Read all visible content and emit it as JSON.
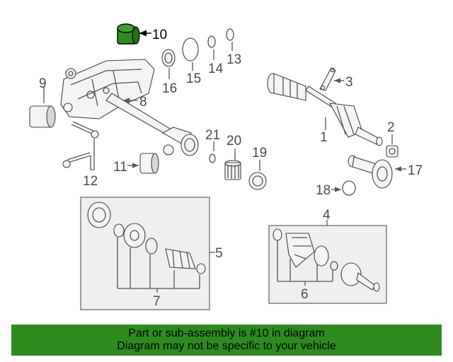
{
  "callouts": {
    "c1": "1",
    "c2": "2",
    "c3": "3",
    "c4": "4",
    "c5": "5",
    "c6": "6",
    "c7": "7",
    "c8": "8",
    "c9": "9",
    "c10": "10",
    "c11": "11",
    "c12": "12",
    "c13": "13",
    "c14": "14",
    "c15": "15",
    "c16": "16",
    "c17": "17",
    "c18": "18",
    "c19": "19",
    "c20": "20",
    "c21": "21"
  },
  "colors": {
    "highlight": "#2e8b1e",
    "banner": "#2e8b1e"
  },
  "banner": {
    "line1": "Part or sub-assembly is #10 in diagram",
    "line2": "Diagram may not be specific to your vehicle"
  }
}
